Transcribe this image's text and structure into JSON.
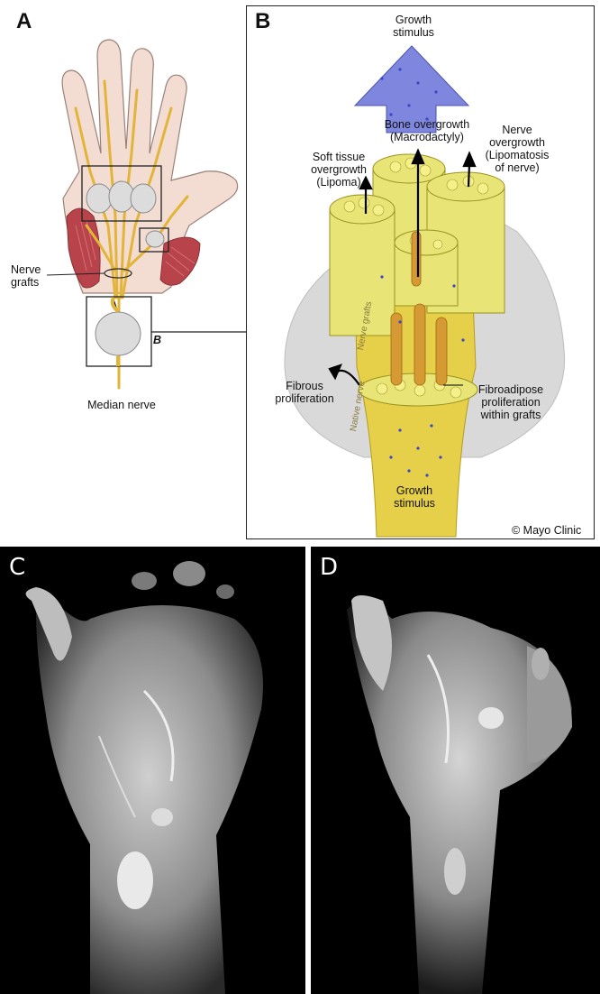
{
  "panels": {
    "a": "A",
    "b": "B",
    "c": "C",
    "d": "D"
  },
  "panel_a": {
    "nerve_grafts": "Nerve\ngrafts",
    "median_nerve": "Median nerve",
    "inset_b": "B"
  },
  "panel_b": {
    "growth_stimulus_top": "Growth\nstimulus",
    "bone_overgrowth": "Bone overgrowth\n(Macrodactyly)",
    "nerve_overgrowth": "Nerve\novergrowth\n(Lipomatosis\nof nerve)",
    "soft_tissue": "Soft tissue\novergrowth\n(Lipoma)",
    "fibrous": "Fibrous\nproliferation",
    "fibroadipose": "Fibroadipose\nproliferation\nwithin grafts",
    "growth_stimulus_bottom": "Growth\nstimulus",
    "nerve_grafts_left": "Native nerve",
    "nerve_grafts_right": "Nerve grafts",
    "copyright": "© Mayo Clinic"
  },
  "colors": {
    "skin": "#f3dcd2",
    "muscle": "#b8434a",
    "nerve": "#e2b53a",
    "fascicle": "#e8e476",
    "arrow_blue": "#7e86de",
    "sheath": "#d6d6d6"
  }
}
